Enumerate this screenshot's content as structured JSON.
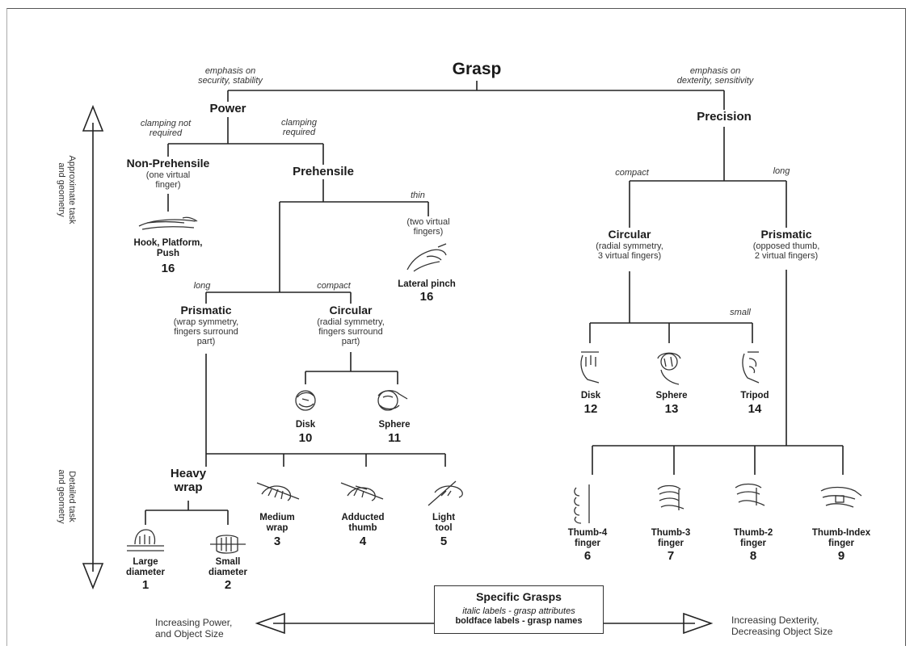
{
  "root": {
    "title": "Grasp"
  },
  "attributes": {
    "power": [
      "emphasis on",
      "security, stability"
    ],
    "precision": [
      "emphasis on",
      "dexterity, sensitivity"
    ],
    "clamping_not_required": [
      "clamping not",
      "required"
    ],
    "clamping_required": [
      "clamping",
      "required"
    ],
    "thin": "thin",
    "long_power": "long",
    "compact_power": "compact",
    "compact_precision": "compact",
    "long_precision": "long",
    "small": "small"
  },
  "nodes": {
    "power": {
      "title": "Power"
    },
    "precision": {
      "title": "Precision"
    },
    "nonprehensile": {
      "title": "Non-Prehensile",
      "desc": [
        "(one virtual",
        "finger)"
      ]
    },
    "prehensile": {
      "title": "Prehensile"
    },
    "two_virtual": {
      "desc": [
        "(two virtual",
        "fingers)"
      ]
    },
    "power_prismatic": {
      "title": "Prismatic",
      "desc": [
        "(wrap symmetry,",
        "fingers surround",
        "part)"
      ]
    },
    "power_circular": {
      "title": "Circular",
      "desc": [
        "(radial symmetry,",
        "fingers surround",
        "part)"
      ]
    },
    "heavy_wrap": {
      "title": [
        "Heavy",
        "wrap"
      ]
    },
    "prec_circular": {
      "title": "Circular",
      "desc": [
        "(radial symmetry,",
        "3 virtual fingers)"
      ]
    },
    "prec_prismatic": {
      "title": "Prismatic",
      "desc": [
        "(opposed thumb,",
        "2 virtual fingers)"
      ]
    }
  },
  "grasps": [
    {
      "name": [
        "Hook, Platform,",
        "Push"
      ],
      "number": "16",
      "icon": "hook-hand-icon"
    },
    {
      "name": [
        "Lateral pinch"
      ],
      "number": "16",
      "icon": "lateral-pinch-hand-icon"
    },
    {
      "name": [
        "Disk"
      ],
      "number": "10",
      "icon": "power-disk-hand-icon"
    },
    {
      "name": [
        "Sphere"
      ],
      "number": "11",
      "icon": "power-sphere-hand-icon"
    },
    {
      "name": [
        "Large",
        "diameter"
      ],
      "number": "1",
      "icon": "large-diameter-hand-icon"
    },
    {
      "name": [
        "Small",
        "diameter"
      ],
      "number": "2",
      "icon": "small-diameter-hand-icon"
    },
    {
      "name": [
        "Medium",
        "wrap"
      ],
      "number": "3",
      "icon": "medium-wrap-hand-icon"
    },
    {
      "name": [
        "Adducted",
        "thumb"
      ],
      "number": "4",
      "icon": "adducted-thumb-hand-icon"
    },
    {
      "name": [
        "Light",
        "tool"
      ],
      "number": "5",
      "icon": "light-tool-hand-icon"
    },
    {
      "name": [
        "Disk"
      ],
      "number": "12",
      "icon": "precision-disk-hand-icon"
    },
    {
      "name": [
        "Sphere"
      ],
      "number": "13",
      "icon": "precision-sphere-hand-icon"
    },
    {
      "name": [
        "Tripod"
      ],
      "number": "14",
      "icon": "tripod-hand-icon"
    },
    {
      "name": [
        "Thumb-4",
        "finger"
      ],
      "number": "6",
      "icon": "thumb-4-finger-hand-icon"
    },
    {
      "name": [
        "Thumb-3",
        "finger"
      ],
      "number": "7",
      "icon": "thumb-3-finger-hand-icon"
    },
    {
      "name": [
        "Thumb-2",
        "finger"
      ],
      "number": "8",
      "icon": "thumb-2-finger-hand-icon"
    },
    {
      "name": [
        "Thumb-Index",
        "finger"
      ],
      "number": "9",
      "icon": "thumb-index-finger-hand-icon"
    }
  ],
  "vertical_axis": {
    "top": [
      "Approximate task",
      "and geometry"
    ],
    "bottom": [
      "Detailed task",
      "and geometry"
    ]
  },
  "horizontal_axis": {
    "left": [
      "Increasing Power,",
      "and Object Size"
    ],
    "right": [
      "Increasing Dexterity,",
      "Decreasing Object Size"
    ]
  },
  "legend": {
    "title": "Specific Grasps",
    "line1": "italic labels - grasp attributes",
    "line2": "boldface labels - grasp names"
  }
}
